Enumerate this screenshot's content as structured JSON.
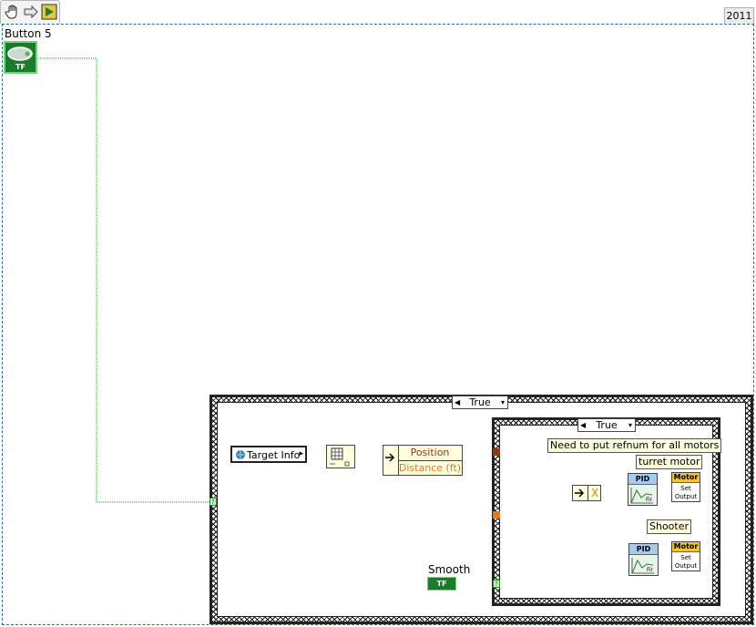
{
  "toolbar": {
    "icons": [
      "hand-pan-icon",
      "arrow-right-icon",
      "labview-run-icon"
    ]
  },
  "version_tab": "2011",
  "button5": {
    "label": "Button 5",
    "tf": "TF"
  },
  "case_outer": {
    "selector": "True"
  },
  "case_inner": {
    "selector": "True"
  },
  "target_info": {
    "label": "Target Info"
  },
  "unbundle": {
    "position": "Position",
    "distance": "Distance (ft)"
  },
  "multiply": {
    "label": "X"
  },
  "labels": {
    "refnum_note": "Need to put refnum for all motors",
    "turret": "turret motor",
    "shooter": "Shooter"
  },
  "pid": {
    "title": "PID",
    "sub": "Fir"
  },
  "motor": {
    "title": "Motor",
    "line1": "Set",
    "line2": "Output"
  },
  "smooth": {
    "label": "Smooth",
    "tf": "TF"
  },
  "terminal_q": "?",
  "colors": {
    "wire_green": "#2e9a2e",
    "wire_orange": "#e07a20",
    "wire_brown": "#8b3a10",
    "frame": "#2c6b8a"
  }
}
